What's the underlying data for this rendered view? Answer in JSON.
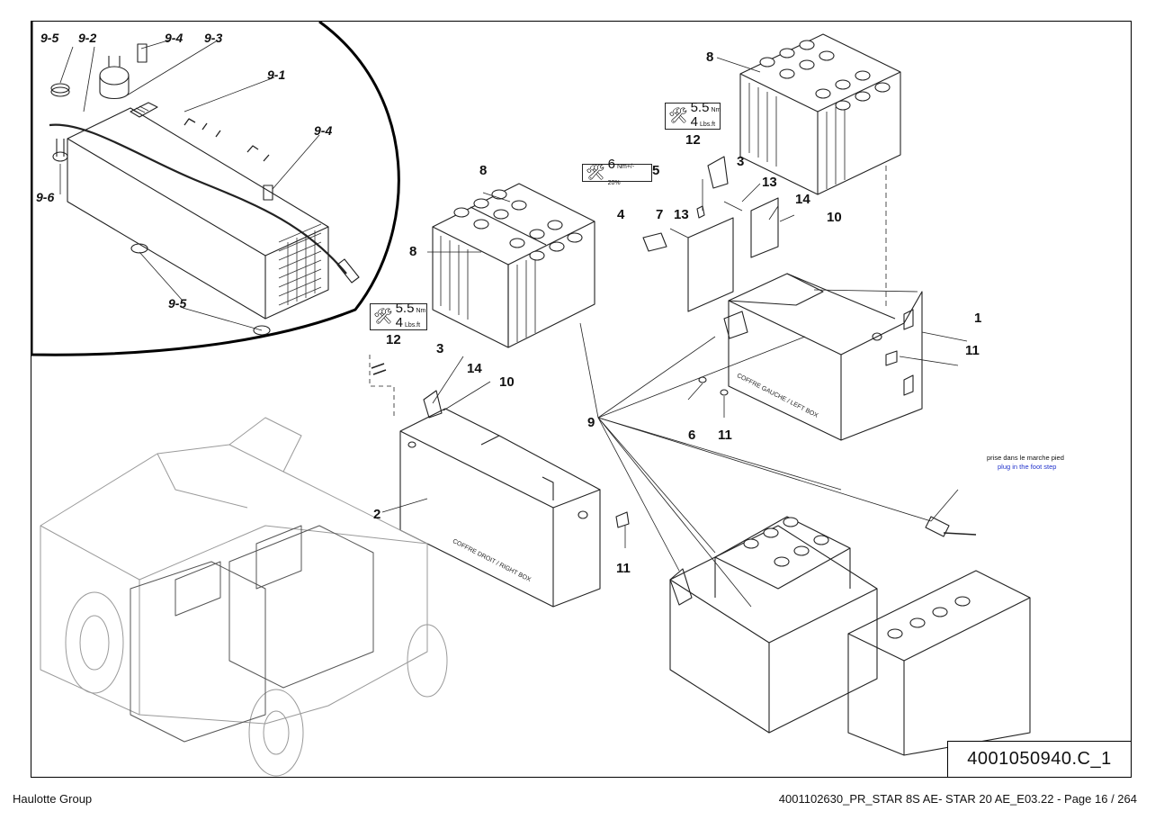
{
  "callouts": {
    "c9_5a": "9-5",
    "c9_2": "9-2",
    "c9_4a": "9-4",
    "c9_3": "9-3",
    "c9_1": "9-1",
    "c9_4b": "9-4",
    "c9_6": "9-6",
    "c9_5b": "9-5",
    "c8a": "8",
    "c8b": "8",
    "c8c": "8",
    "c12a": "12",
    "c3a": "3",
    "c14a": "14",
    "c10a": "10",
    "c2": "2",
    "c11a": "11",
    "c9": "9",
    "c12b": "12",
    "c3b": "3",
    "c5": "5",
    "c4": "4",
    "c7": "7",
    "c13a": "13",
    "c13b": "13",
    "c14b": "14",
    "c10b": "10",
    "c1": "1",
    "c11b": "11",
    "c6": "6",
    "c11c": "11"
  },
  "torque_labels": {
    "left": {
      "value1": "5.5",
      "unit1": "Nm",
      "value2": "4",
      "unit2": "Lbs.ft"
    },
    "top": {
      "value1": "5.5",
      "unit1": "Nm",
      "value2": "4",
      "unit2": "Lbs.ft"
    },
    "mid": {
      "value1": "6",
      "unit1": "Nm+/- 20%"
    }
  },
  "box_labels": {
    "right_box": "COFFRE DROIT / RIGHT BOX",
    "left_box": "COFFRE GAUCHE / LEFT BOX"
  },
  "notes": {
    "fr": "prise dans le marche pied",
    "en": "plug in the foot step"
  },
  "drawing_reference": "4001050940.C_1",
  "footer": {
    "left": "Haulotte Group",
    "right": "4001102630_PR_STAR 8S AE- STAR 20 AE_E03.22 - Page 16 / 264"
  }
}
